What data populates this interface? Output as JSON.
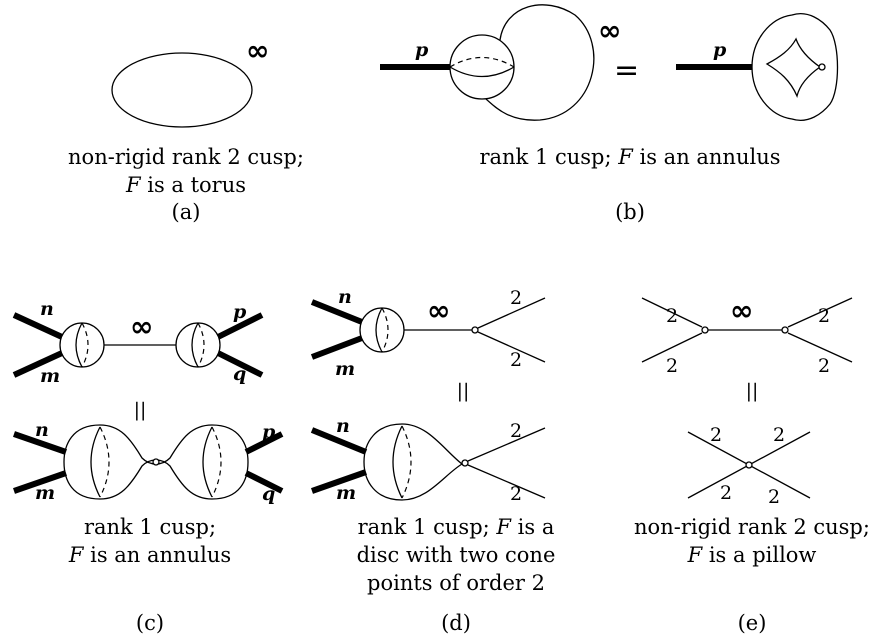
{
  "panels": {
    "a": {
      "label": "(a)",
      "caption_line1": "non-rigid rank 2 cusp;",
      "caption_line2_var": "F",
      "caption_line2_rest": " is a torus",
      "edge_label": "∞"
    },
    "b": {
      "label": "(b)",
      "caption_var": "F",
      "caption_pre": "rank 1 cusp; ",
      "caption_rest": " is an annulus",
      "edge_label": "∞",
      "equals": "=",
      "strand_left": "p",
      "strand_right": "p"
    },
    "c": {
      "label": "(c)",
      "caption_line1": "rank 1 cusp;",
      "caption_line2_var": "F",
      "caption_line2_rest": " is an annulus",
      "edge_label": "∞",
      "equiv": "||",
      "strands_top": [
        "n",
        "m",
        "p",
        "q"
      ],
      "strands_bottom": [
        "n",
        "m",
        "p",
        "q"
      ]
    },
    "d": {
      "label": "(d)",
      "caption_line1_pre": "rank 1 cusp; ",
      "caption_line1_var": "F",
      "caption_line1_rest": " is a",
      "caption_line2": "disc with two cone",
      "caption_line3": "points of order 2",
      "edge_label": "∞",
      "equiv": "||",
      "strands_top": [
        "n",
        "m"
      ],
      "orders_top": [
        "2",
        "2"
      ],
      "strands_bottom": [
        "n",
        "m"
      ],
      "orders_bottom": [
        "2",
        "2"
      ]
    },
    "e": {
      "label": "(e)",
      "caption_line1": "non-rigid rank 2 cusp;",
      "caption_line2_var": "F",
      "caption_line2_rest": " is a pillow",
      "edge_label": "∞",
      "equiv": "||",
      "orders_top": [
        "2",
        "2",
        "2",
        "2"
      ],
      "orders_bottom": [
        "2",
        "2",
        "2",
        "2"
      ]
    }
  }
}
